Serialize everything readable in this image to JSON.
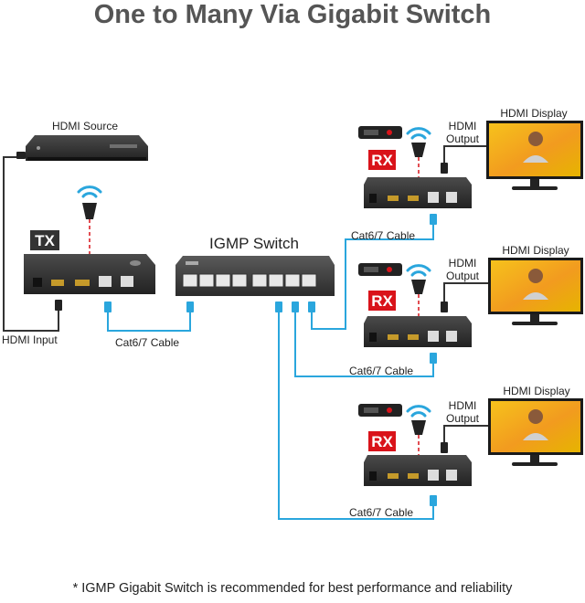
{
  "title": "One to Many Via Gigabit Switch",
  "footnote": "* IGMP Gigabit Switch is recommended for best performance and reliability",
  "labels": {
    "hdmi_source": "HDMI Source",
    "hdmi_input": "HDMI Input",
    "tx_badge": "TX",
    "igmp_switch": "IGMP Switch",
    "cable_tx": "Cat6/7 Cable",
    "rx_badge": "RX",
    "hdmi_display": "HDMI Display",
    "hdmi_output_line1": "HDMI",
    "hdmi_output_line2": "Output",
    "cable_rx": "Cat6/7 Cable"
  },
  "colors": {
    "cat_cable": "#2aa6dd",
    "hdmi_cable": "#333333",
    "rx_badge": "#d9131a",
    "tx_badge": "#333333",
    "ir_link": "#d9131a"
  }
}
